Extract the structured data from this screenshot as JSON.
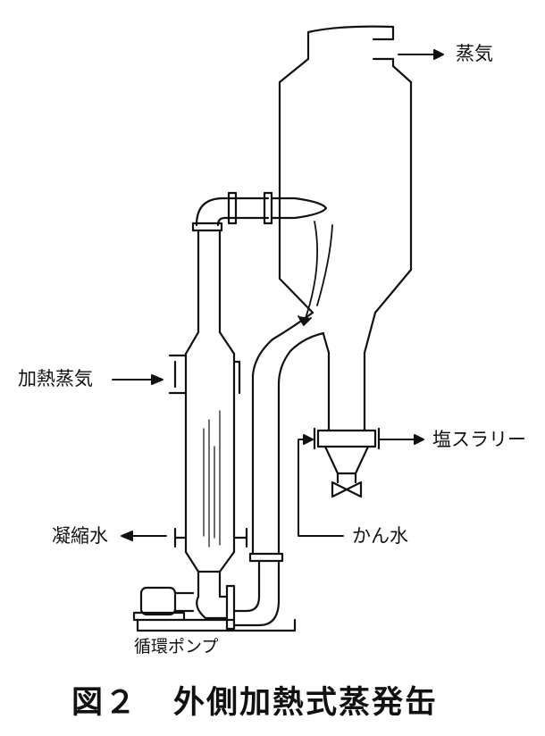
{
  "labels": {
    "steam_out": "蒸気",
    "heating_steam": "加熱蒸気",
    "salt_slurry": "塩スラリー",
    "condensate": "凝縮水",
    "brine": "かん水",
    "pump": "循環ポンプ"
  },
  "caption": {
    "figure_no": "図２",
    "title": "外側加熱式蒸発缶"
  }
}
